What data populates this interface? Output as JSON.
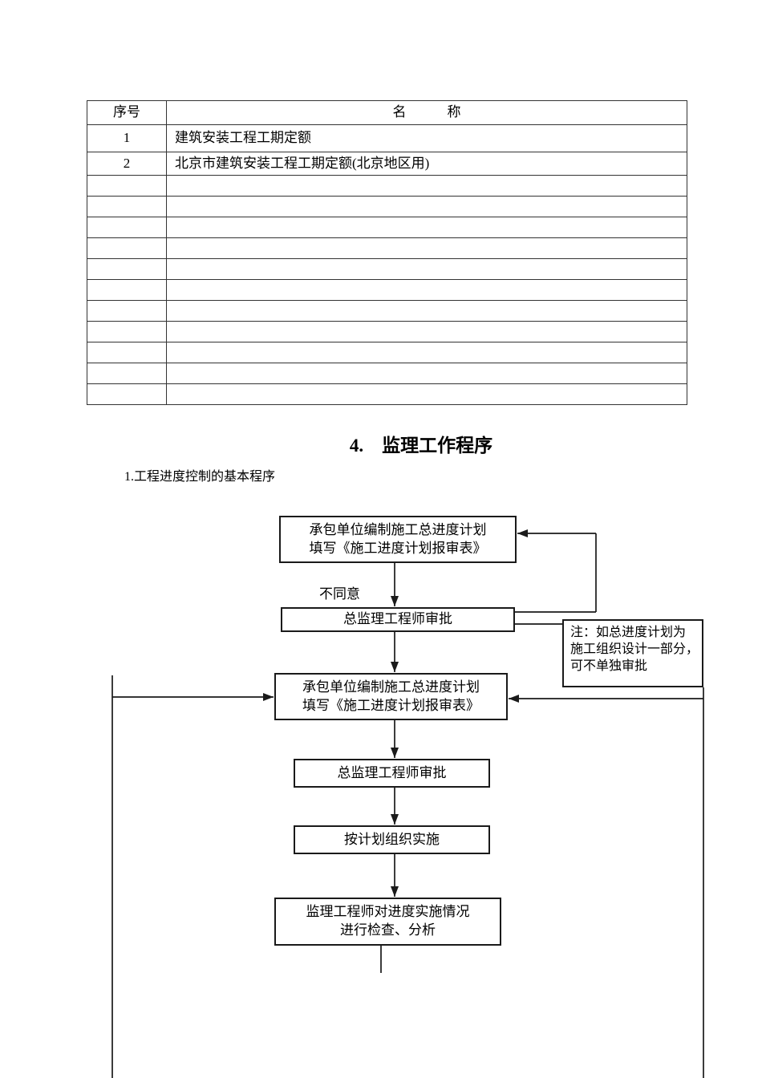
{
  "table": {
    "headers": {
      "col1": "序号",
      "col2": "名　　　称"
    },
    "rows": [
      {
        "num": "1",
        "name": "建筑安装工程工期定额"
      },
      {
        "num": "2",
        "name": "北京市建筑安装工程工期定额(北京地区用)"
      }
    ],
    "empty_row_count": 11
  },
  "section": {
    "title": "4.　监理工作程序",
    "subtitle": "1.工程进度控制的基本程序"
  },
  "flowchart": {
    "box1": {
      "line1": "承包单位编制施工总进度计划",
      "line2": "填写《施工进度计划报审表》"
    },
    "box2": {
      "label": "总监理工程师审批"
    },
    "note": {
      "line1": "注：如总进度计划为",
      "line2": "施工组织设计一部分，",
      "line3": "可不单独审批"
    },
    "box3": {
      "line1": "承包单位编制施工总进度计划",
      "line2": "填写《施工进度计划报审表》"
    },
    "box4": {
      "label": "总监理工程师审批"
    },
    "box5": {
      "label": "按计划组织实施"
    },
    "box6": {
      "line1": "监理工程师对进度实施情况",
      "line2": "进行检查、分析"
    },
    "disagree_label": "不同意"
  },
  "colors": {
    "background": "#ffffff",
    "text": "#000000",
    "table_border": "#333333",
    "flow_border": "#1a1a1a"
  }
}
